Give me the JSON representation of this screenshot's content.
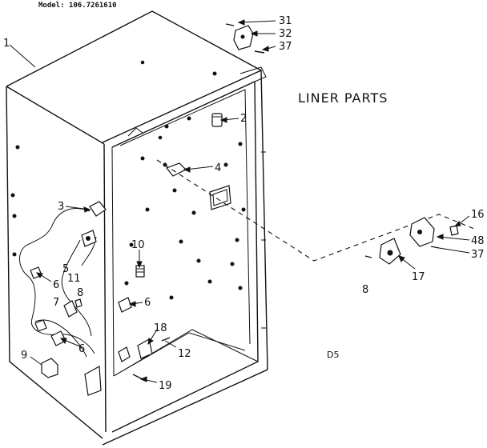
{
  "header": {
    "model": "Model: 106.7261610"
  },
  "title": "LINER PARTS",
  "page_code": "D5",
  "callouts": {
    "c1": "1",
    "c2": "2",
    "c3": "3",
    "c4": "4",
    "c5": "5",
    "c6a": "6",
    "c6b": "6",
    "c6c": "6",
    "c7": "7",
    "c8a": "8",
    "c8b": "8",
    "c9": "9",
    "c10": "10",
    "c11": "11",
    "c12": "12",
    "c16": "16",
    "c17": "17",
    "c18": "18",
    "c19": "19",
    "c31": "31",
    "c32": "32",
    "c37a": "37",
    "c37b": "37",
    "c48": "48"
  }
}
